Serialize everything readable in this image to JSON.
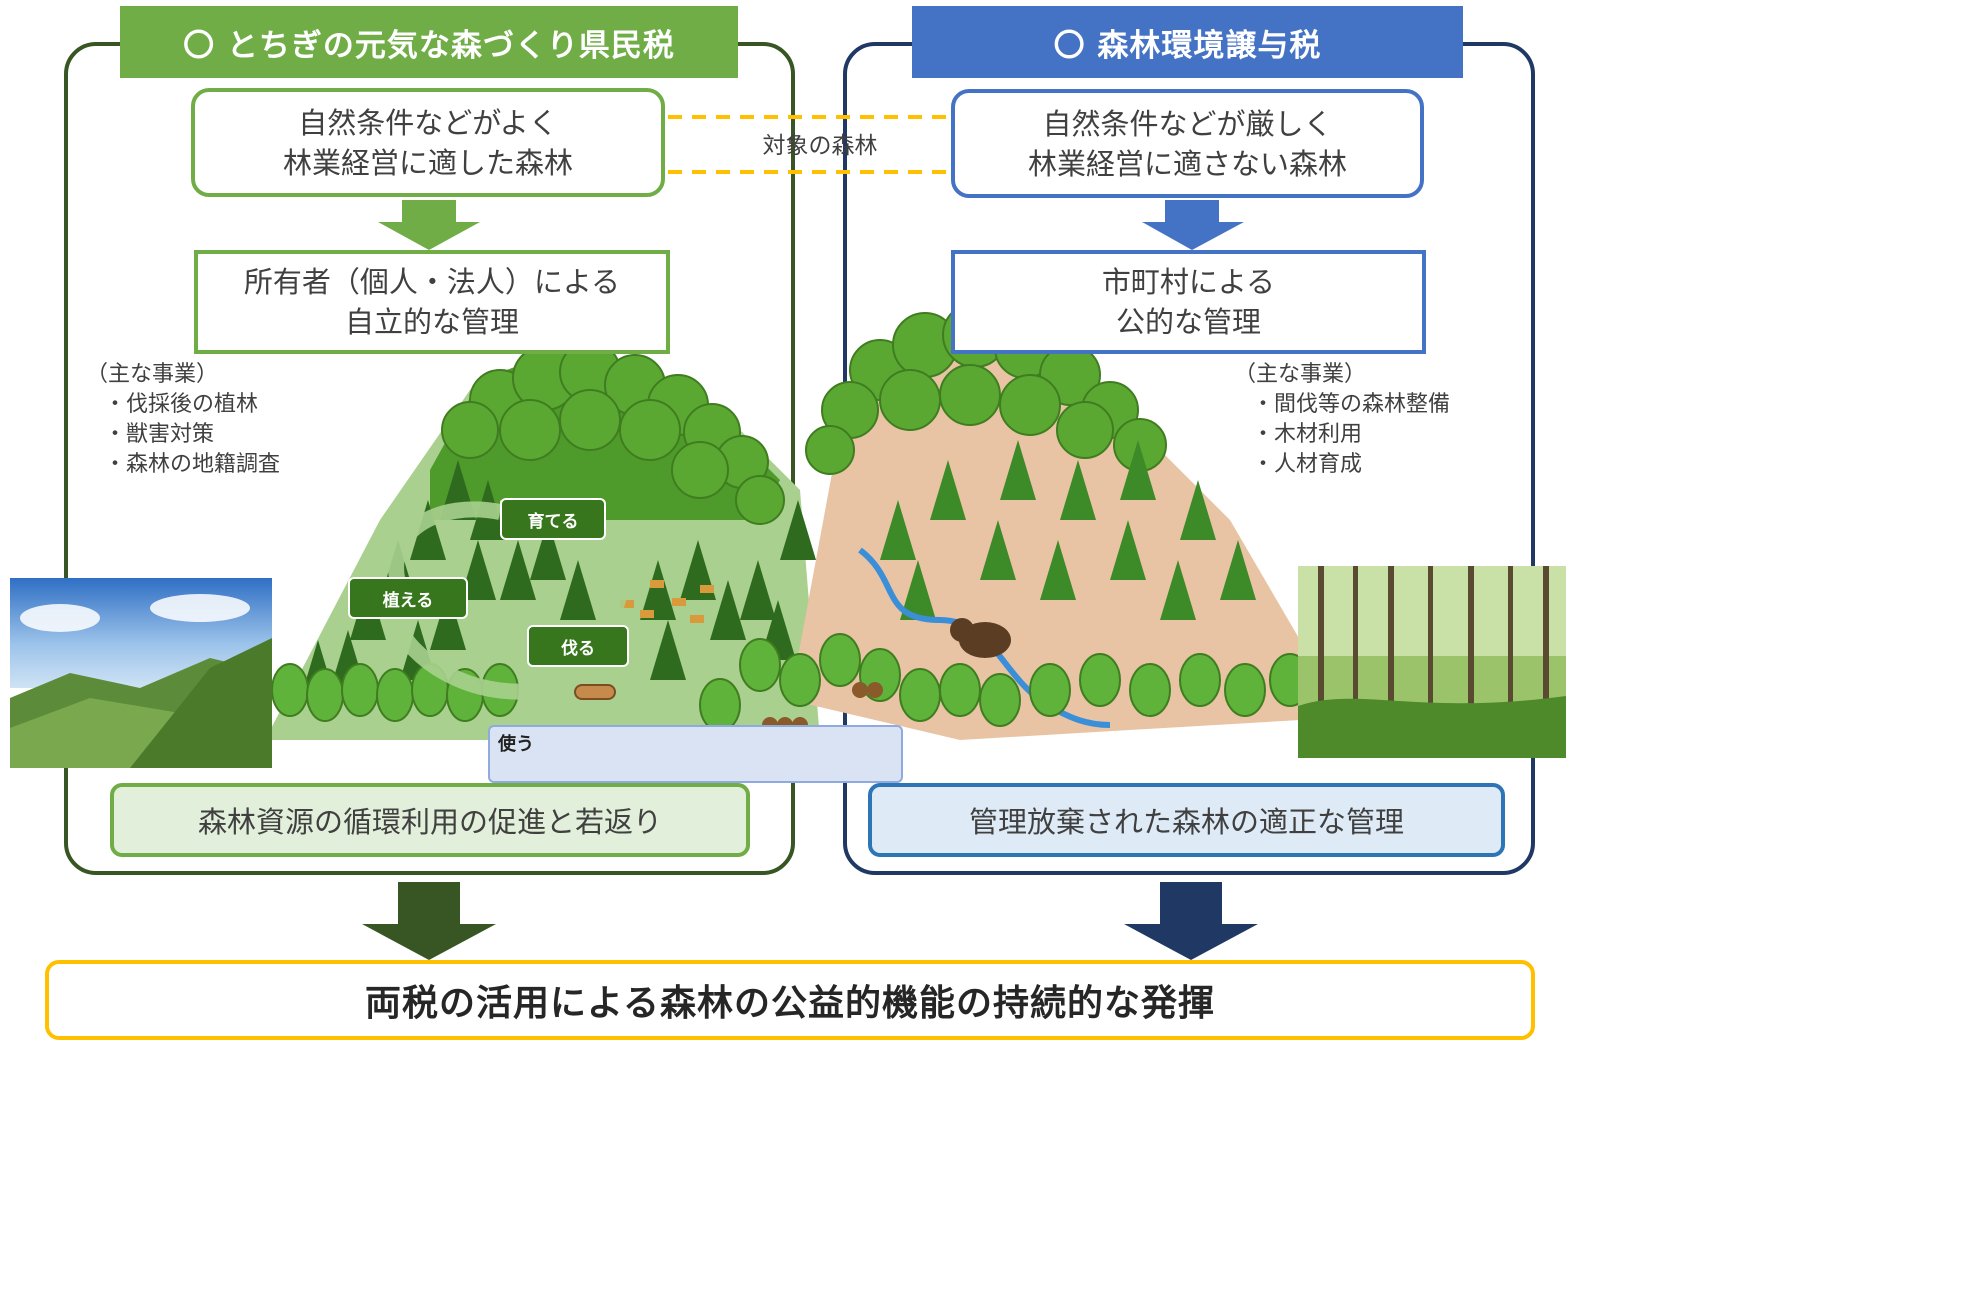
{
  "left": {
    "title": "〇 とちぎの元気な森づくり県民税",
    "condition_line1": "自然条件などがよく",
    "condition_line2": "林業経営に適した森林",
    "management_line1": "所有者（個人・法人）による",
    "management_line2": "自立的な管理",
    "works_heading": "（主な事業）",
    "works_items": [
      "・伐採後の植林",
      "・獣害対策",
      "・森林の地籍調査"
    ],
    "result": "森林資源の循環利用の促進と若返り"
  },
  "right": {
    "title": "〇 森林環境譲与税",
    "condition_line1": "自然条件などが厳しく",
    "condition_line2": "林業経営に適さない森林",
    "management_line1": "市町村による",
    "management_line2": "公的な管理",
    "works_heading": "（主な事業）",
    "works_items": [
      "・間伐等の森林整備",
      "・木材利用",
      "・人材育成"
    ],
    "result": "管理放棄された森林の適正な管理"
  },
  "target_label": "対象の森林",
  "cycle": {
    "grow": "育てる",
    "plant": "植える",
    "cut": "伐る",
    "use": "使う"
  },
  "final": "両税の活用による森林の公益的機能の持続的な発揮",
  "colors": {
    "left_accent": "#70ad47",
    "left_dark": "#375623",
    "right_accent": "#4472c4",
    "right_dark": "#1f3864",
    "final_border": "#ffc000",
    "connector": "#ffc000"
  }
}
